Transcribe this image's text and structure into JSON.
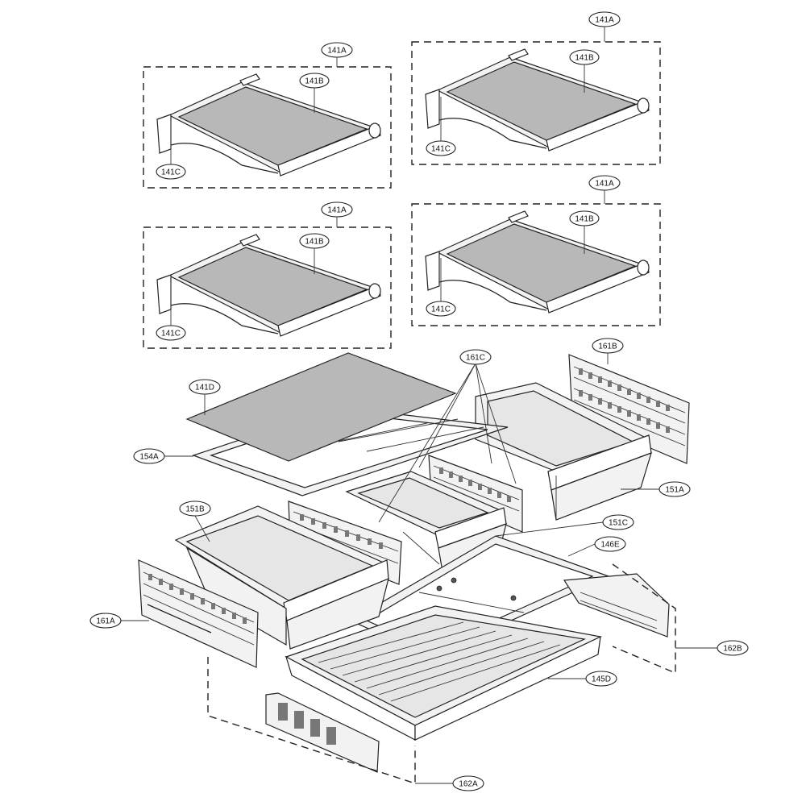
{
  "labels": {
    "shelf_assembly": "141A",
    "shelf_glass": "141B",
    "shelf_bracket": "141C",
    "glass_cover": "141D",
    "cover_frame": "154A",
    "divider_left": "161A",
    "divider_right": "161B",
    "divider_center": "161C",
    "crisper_right": "151A",
    "crisper_left": "151B",
    "crisper_center": "151C",
    "tray_cover": "146E",
    "bottom_tray": "145D",
    "assembly_left": "162A",
    "assembly_right": "162B"
  }
}
